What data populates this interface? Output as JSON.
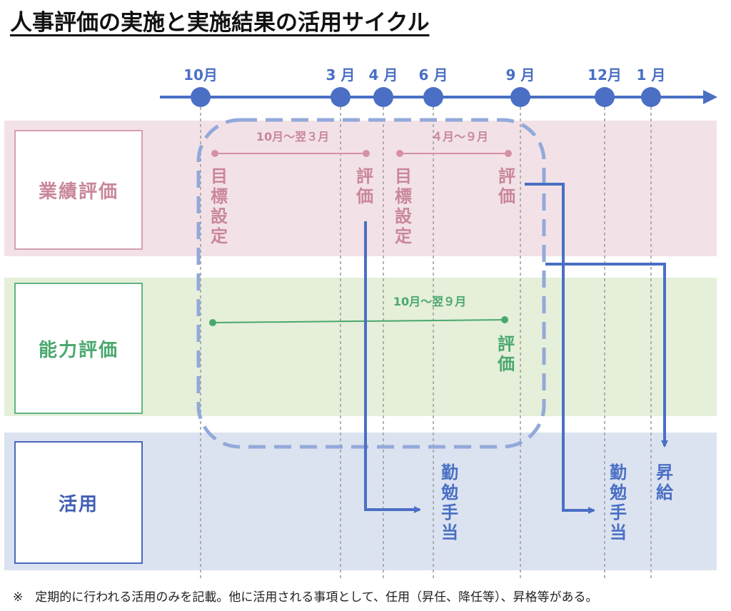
{
  "title": "人事評価の実施と実施結果の活用サイクル",
  "months": [
    "10月",
    "3 月",
    "4 月",
    "6 月",
    "9 月",
    "12月",
    "1 月"
  ],
  "rows": {
    "gyoseki": "業績評価",
    "noryoku": "能力評価",
    "katsuyo": "活用"
  },
  "periods": {
    "gyoseki_first": "10月～翌３月",
    "gyoseki_second": "４月～９月",
    "noryoku": "10月～翌９月"
  },
  "events": {
    "mokuhyo_settei": [
      "目",
      "標",
      "設",
      "定"
    ],
    "hyoka": [
      "評",
      "価"
    ],
    "kinben_teate": [
      "勤",
      "勉",
      "手",
      "当"
    ],
    "shokyu": [
      "昇",
      "給"
    ]
  },
  "note": "※　定期的に行われる活用のみを記載。他に活用される事項として、任用（昇任、降任等）、昇格等がある。",
  "colors": {
    "blue": "#4a6fc4",
    "pink_text": "#c9879a",
    "pink_line": "#d691a4",
    "green": "#4aa86e",
    "dashed_frame": "#93a9da"
  }
}
